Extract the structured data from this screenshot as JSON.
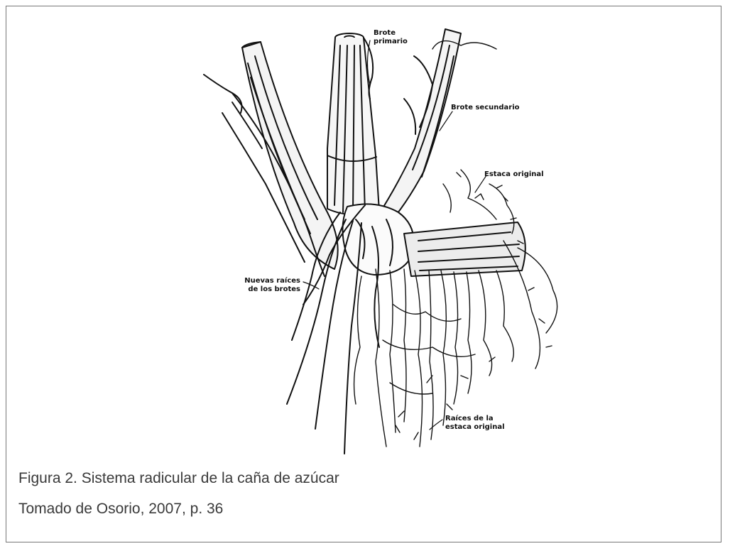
{
  "figure": {
    "labels": {
      "brote_primario": "Brote\nprimario",
      "brote_secundario": "Brote secundario",
      "estaca_original": "Estaca original",
      "nuevas_raices": "Nuevas raíces\nde los brotes",
      "raices_estaca": "Raíces de la\nestaca original"
    },
    "caption": "Figura 2. Sistema radicular de la caña de azúcar",
    "source": "Tomado de Osorio, 2007, p. 36"
  }
}
